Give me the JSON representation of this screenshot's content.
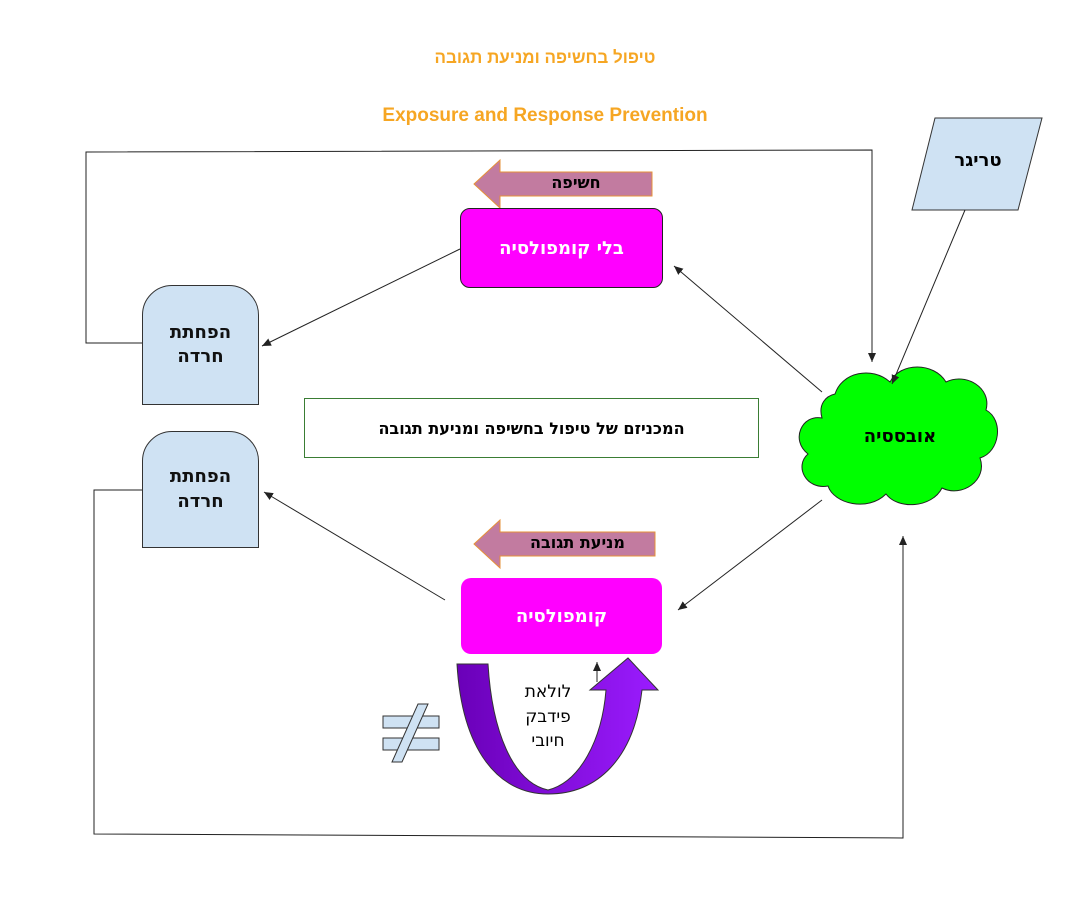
{
  "title_hebrew": "טיפול בחשיפה ומניעת תגובה",
  "title_english": "Exposure and Response Prevention",
  "nodes": {
    "trigger": "טריגר",
    "obsession": "אובססיה",
    "no_compulsion": "בלי קומפולסיה",
    "compulsion": "קומפולסיה",
    "anxiety_reduction_top_line1": "הפחתת",
    "anxiety_reduction_top_line2": "חרדה",
    "anxiety_reduction_bottom_line1": "הפחתת",
    "anxiety_reduction_bottom_line2": "חרדה",
    "mechanism": "המכניזם של טיפול בחשיפה ומניעת תגובה"
  },
  "arrow_labels": {
    "exposure": "חשיפה",
    "response_prevention": "מניעת תגובה"
  },
  "feedback": {
    "line1": "לולאת",
    "line2": "פידבק",
    "line3": "חיובי"
  },
  "colors": {
    "title": "#f6a623",
    "magenta": "#ff00ff",
    "light_blue": "#cfe2f3",
    "cloud_green": "#00ff00",
    "mauve": "#c27ba0",
    "purple": "#8000ff"
  }
}
